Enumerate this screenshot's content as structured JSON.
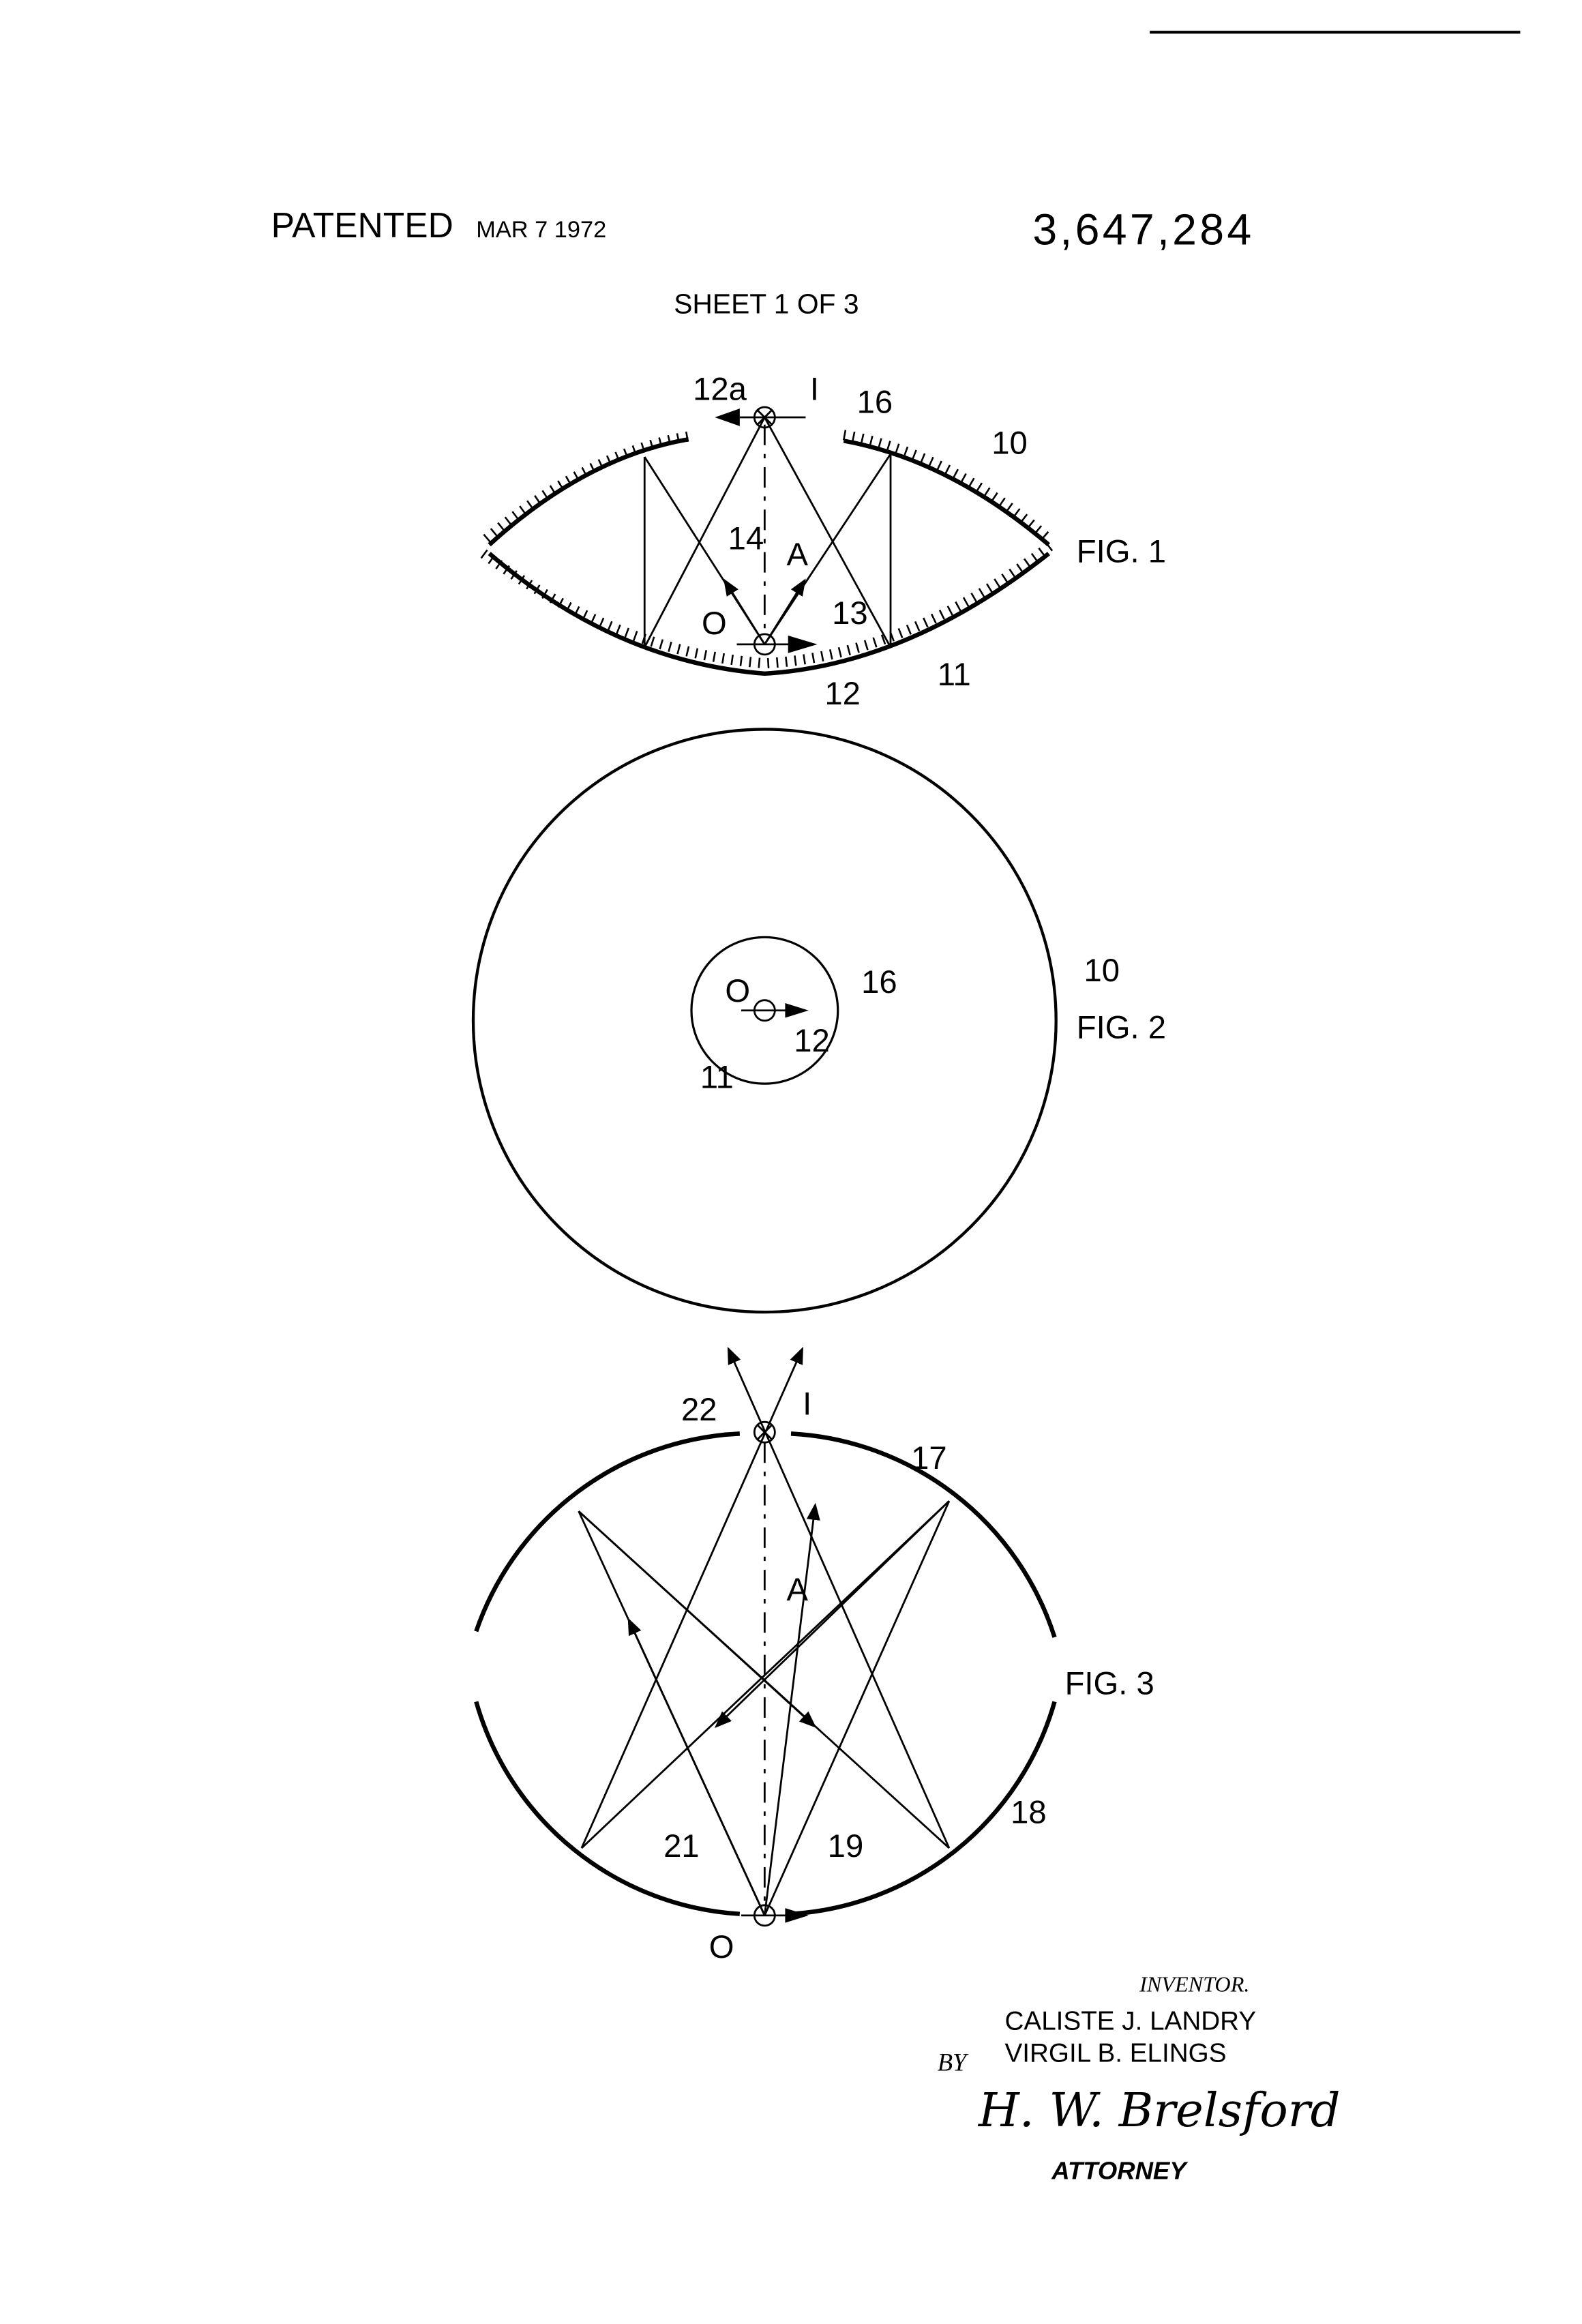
{
  "header": {
    "patented": "PATENTED",
    "date": "MAR 7 1972",
    "patent_number": "3,647,284",
    "sheet": "SHEET 1 OF 3"
  },
  "fig1": {
    "title": "FIG. 1",
    "labels": {
      "l12a": "12a",
      "lI": "I",
      "l16": "16",
      "l10": "10",
      "l14": "14",
      "lA": "A",
      "l13": "13",
      "lO": "O",
      "l12": "12",
      "l11": "11"
    }
  },
  "fig2": {
    "title": "FIG. 2",
    "labels": {
      "lO": "O",
      "l16": "16",
      "l12": "12",
      "l11": "11",
      "l10": "10"
    }
  },
  "fig3": {
    "title": "FIG. 3",
    "labels": {
      "l22": "22",
      "lI": "I",
      "l17": "17",
      "lA": "A",
      "l21": "21",
      "l19": "19",
      "l18": "18",
      "lO": "O"
    }
  },
  "signature_block": {
    "inventor_label": "INVENTOR.",
    "inventor_1": "CALISTE J. LANDRY",
    "inventor_2": "VIRGIL B. ELINGS",
    "by": "BY",
    "signature": "H. W. Brelsford",
    "attorney_label": "ATTORNEY"
  }
}
